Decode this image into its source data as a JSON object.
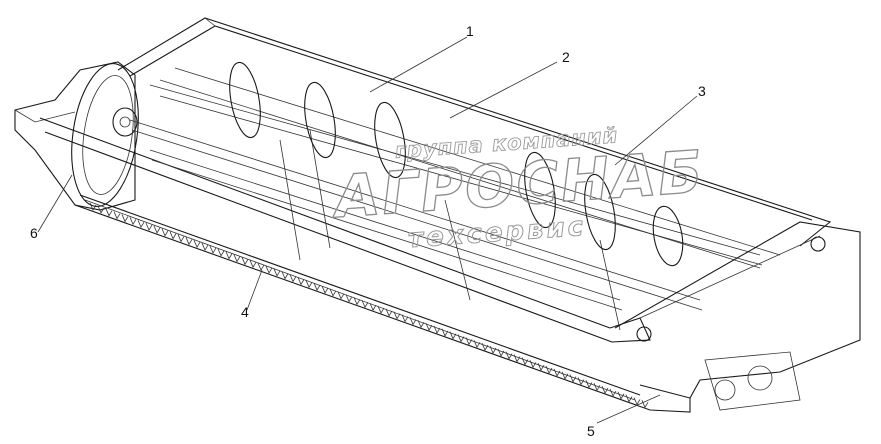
{
  "diagram": {
    "callouts": [
      {
        "label": "1"
      },
      {
        "label": "2"
      },
      {
        "label": "3"
      },
      {
        "label": "4"
      },
      {
        "label": "5"
      },
      {
        "label": "6"
      }
    ]
  },
  "watermark": {
    "line1": "группа компаний",
    "line2": "АГРОСНАБ",
    "line3": "техсервис"
  }
}
